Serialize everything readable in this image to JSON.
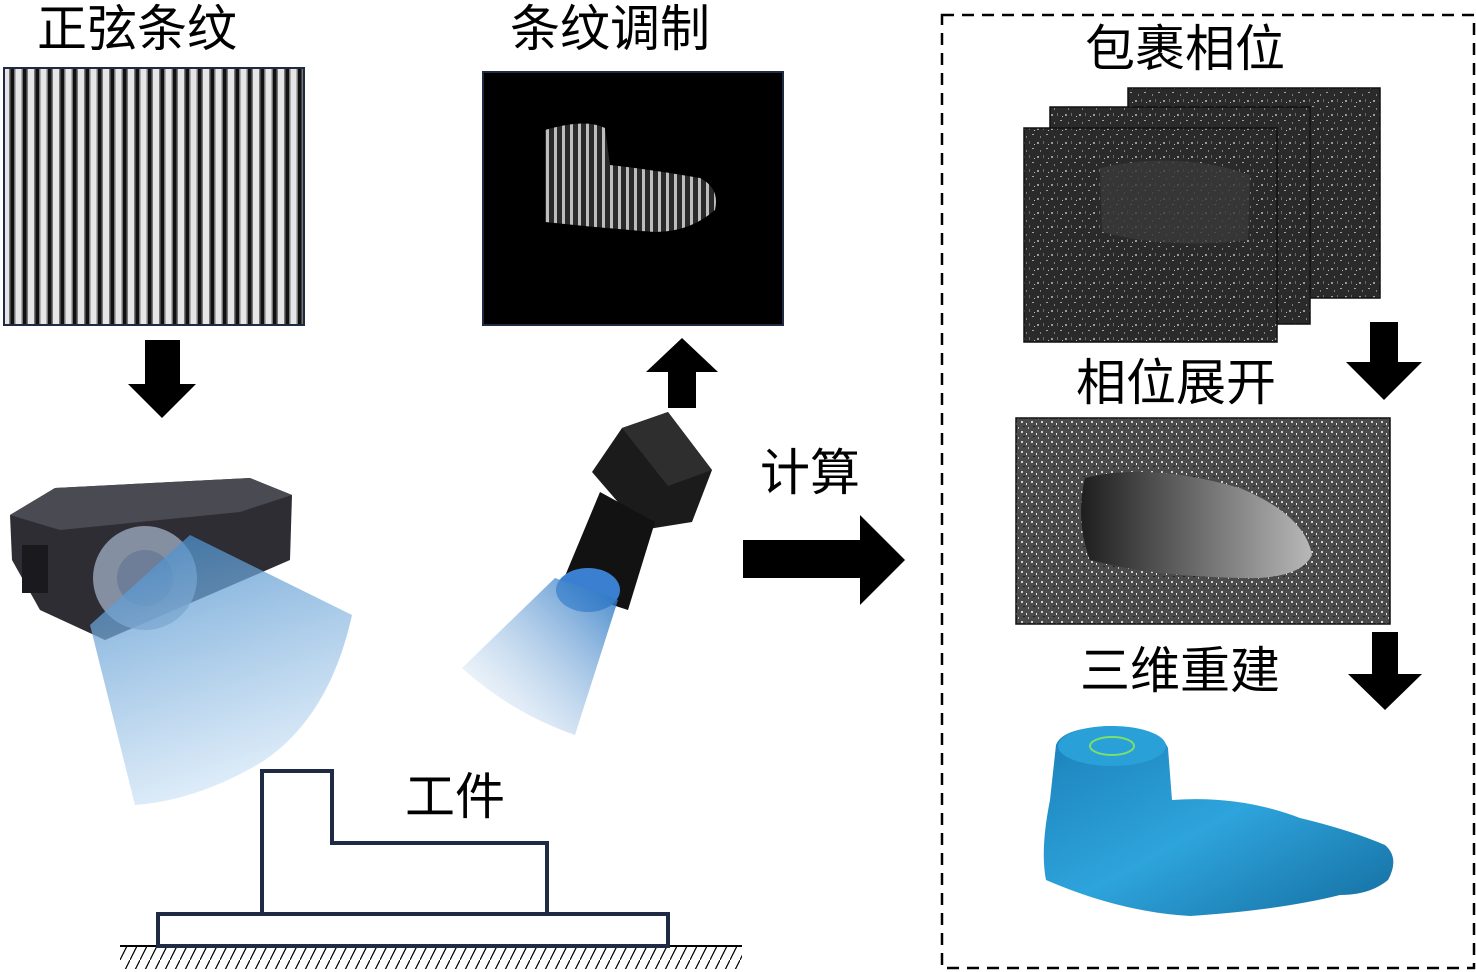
{
  "labels": {
    "sine_fringe": "正弦条纹",
    "fringe_modulation": "条纹调制",
    "compute": "计算",
    "workpiece": "工件",
    "wrapped_phase": "包裹相位",
    "phase_unwrapping": "相位展开",
    "reconstruction_3d": "三维重建"
  },
  "colors": {
    "arrow": "#000000",
    "workpiece_outline": "#1f2a44",
    "light_beam": "#4f93d0",
    "foot_model": "#1d8fc9"
  }
}
